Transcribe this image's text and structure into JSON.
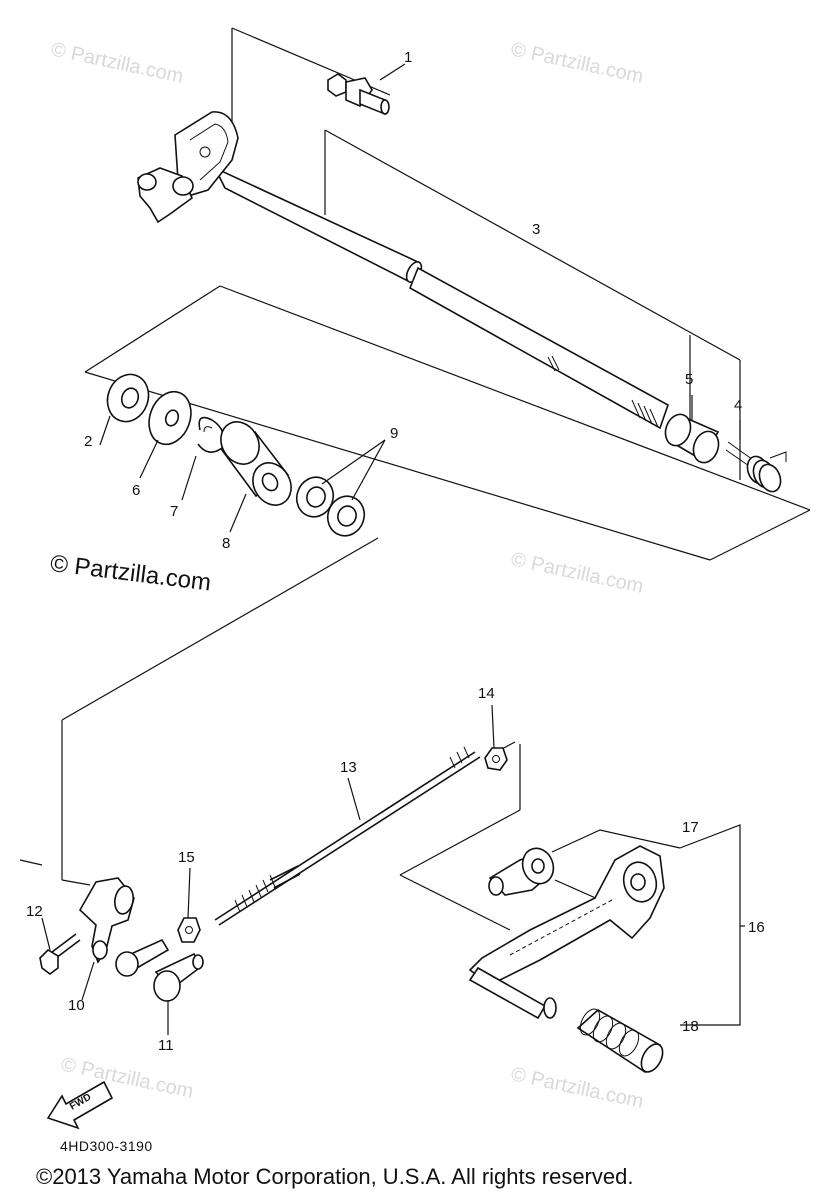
{
  "callouts": {
    "c1": "1",
    "c2": "2",
    "c3": "3",
    "c4": "4",
    "c5": "5",
    "c6": "6",
    "c7": "7",
    "c8": "8",
    "c9": "9",
    "c10": "10",
    "c11": "11",
    "c12": "12",
    "c13": "13",
    "c14": "14",
    "c15": "15",
    "c16": "16",
    "c17": "17",
    "c18": "18"
  },
  "watermarks": {
    "small": "© Partzilla.com",
    "large": "© Partzilla.com"
  },
  "fwd_label": "FWD",
  "drawing_code": "4HD300-3190",
  "copyright": "©2013  Yamaha Motor Corporation, U.S.A. All rights reserved."
}
